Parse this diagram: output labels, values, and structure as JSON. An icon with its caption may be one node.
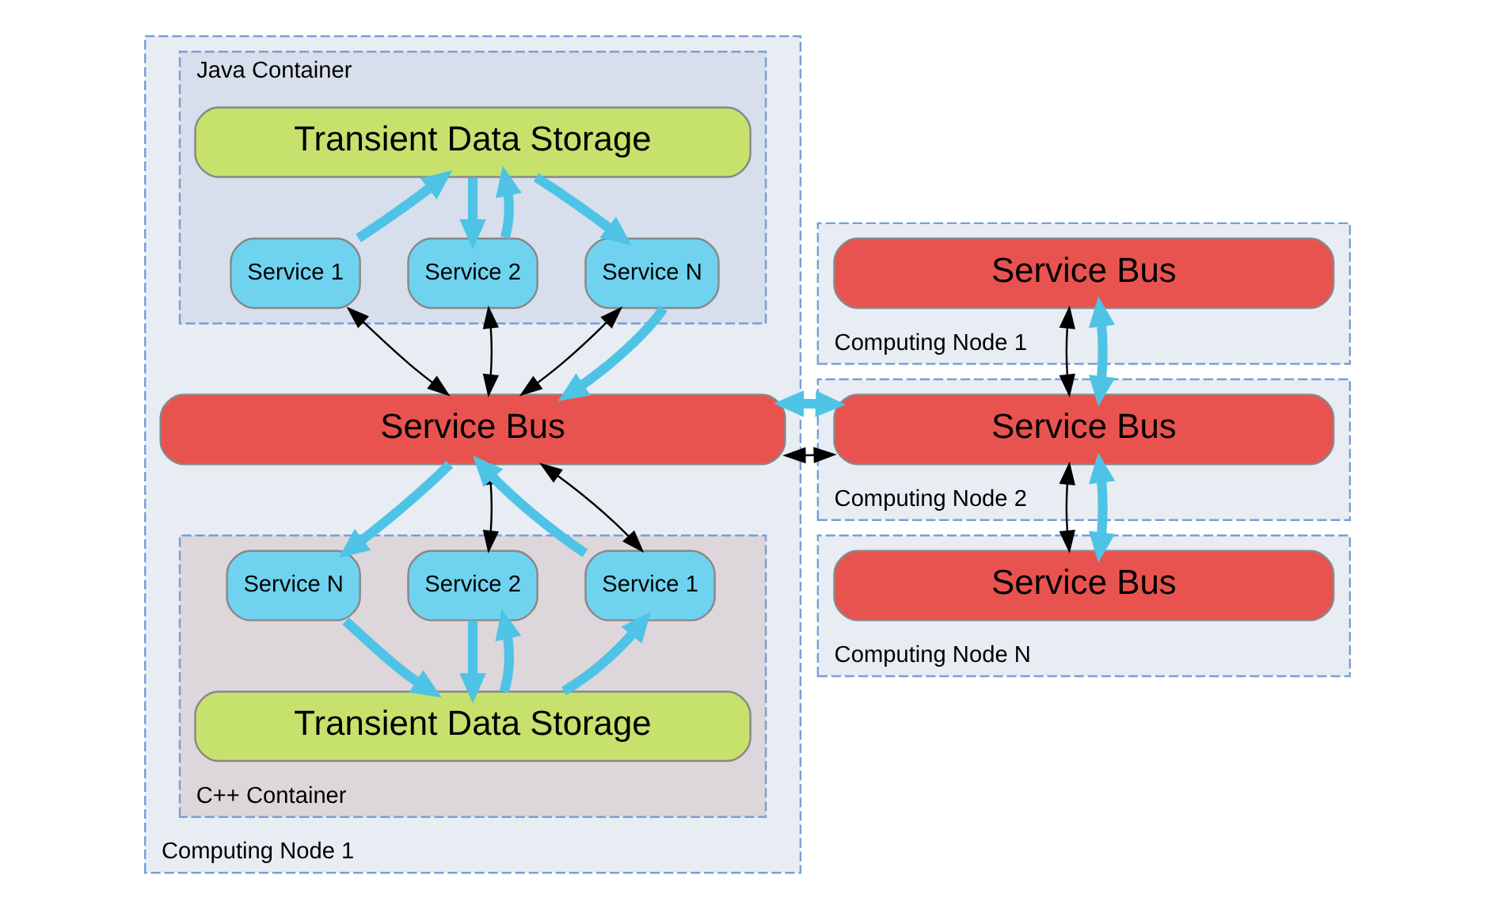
{
  "diagram": {
    "nodes": [
      {
        "text": [
          "Computing Node 1"
        ]
      },
      {
        "text": [
          "Java Container"
        ],
        "in": 0
      },
      {
        "text": [
          "Transient Data Storage"
        ],
        "in": 1
      },
      {
        "text": [
          "Service 1"
        ],
        "in": 1
      },
      {
        "text": [
          "Service 2"
        ],
        "in": 1
      },
      {
        "text": [
          "Service N"
        ],
        "in": 1
      },
      {
        "text": [
          "Service Bus"
        ],
        "in": 0
      },
      {
        "text": [
          "C++ Container"
        ],
        "in": 0
      },
      {
        "text": [
          "Service 1"
        ],
        "in": 7
      },
      {
        "text": [
          "Service 2"
        ],
        "in": 7
      },
      {
        "text": [
          "Service N"
        ],
        "in": 7
      },
      {
        "text": [
          "Transient Data Storage"
        ],
        "in": 7
      },
      {
        "text": [
          "Computing Node 1"
        ]
      },
      {
        "text": [
          "Service Bus"
        ],
        "in": 12
      },
      {
        "text": [
          "Computing Node 2"
        ]
      },
      {
        "text": [
          "Service Bus"
        ],
        "in": 14
      },
      {
        "text": [
          "Computing Node N"
        ]
      },
      {
        "text": [
          "Service Bus"
        ],
        "in": 16
      }
    ],
    "edges": [
      {
        "from": 3,
        "to": 2,
        "arrow": "to"
      },
      {
        "from": 2,
        "to": 4,
        "arrow": "to"
      },
      {
        "from": 4,
        "to": 2,
        "arrow": "to"
      },
      {
        "from": 2,
        "to": 5,
        "arrow": "to"
      },
      {
        "from": 3,
        "to": 6,
        "arrow": "both",
        "color": "#000000"
      },
      {
        "from": 4,
        "to": 6,
        "arrow": "both",
        "color": "#000000"
      },
      {
        "from": 5,
        "to": 6,
        "arrow": "both",
        "color": "#000000"
      },
      {
        "from": 5,
        "to": 6,
        "arrow": "to"
      },
      {
        "from": 8,
        "to": 6,
        "arrow": "to"
      },
      {
        "from": 6,
        "to": 8,
        "arrow": "both",
        "color": "#000000"
      },
      {
        "from": 6,
        "to": 9,
        "arrow": "both",
        "color": "#000000"
      },
      {
        "from": 6,
        "to": 10,
        "arrow": "to"
      },
      {
        "from": 11,
        "to": 8,
        "arrow": "to"
      },
      {
        "from": 9,
        "to": 11,
        "arrow": "to"
      },
      {
        "from": 11,
        "to": 9,
        "arrow": "to"
      },
      {
        "from": 10,
        "to": 11,
        "arrow": "to"
      },
      {
        "from": 6,
        "to": 15,
        "arrow": "both",
        "color": "#000000"
      },
      {
        "from": 6,
        "to": 15,
        "arrow": "both"
      },
      {
        "from": 13,
        "to": 15,
        "arrow": "both",
        "color": "#000000"
      },
      {
        "from": 13,
        "to": 15,
        "arrow": "both"
      },
      {
        "from": 15,
        "to": 17,
        "arrow": "both",
        "color": "#000000"
      },
      {
        "from": 15,
        "to": 17,
        "arrow": "both"
      }
    ]
  }
}
